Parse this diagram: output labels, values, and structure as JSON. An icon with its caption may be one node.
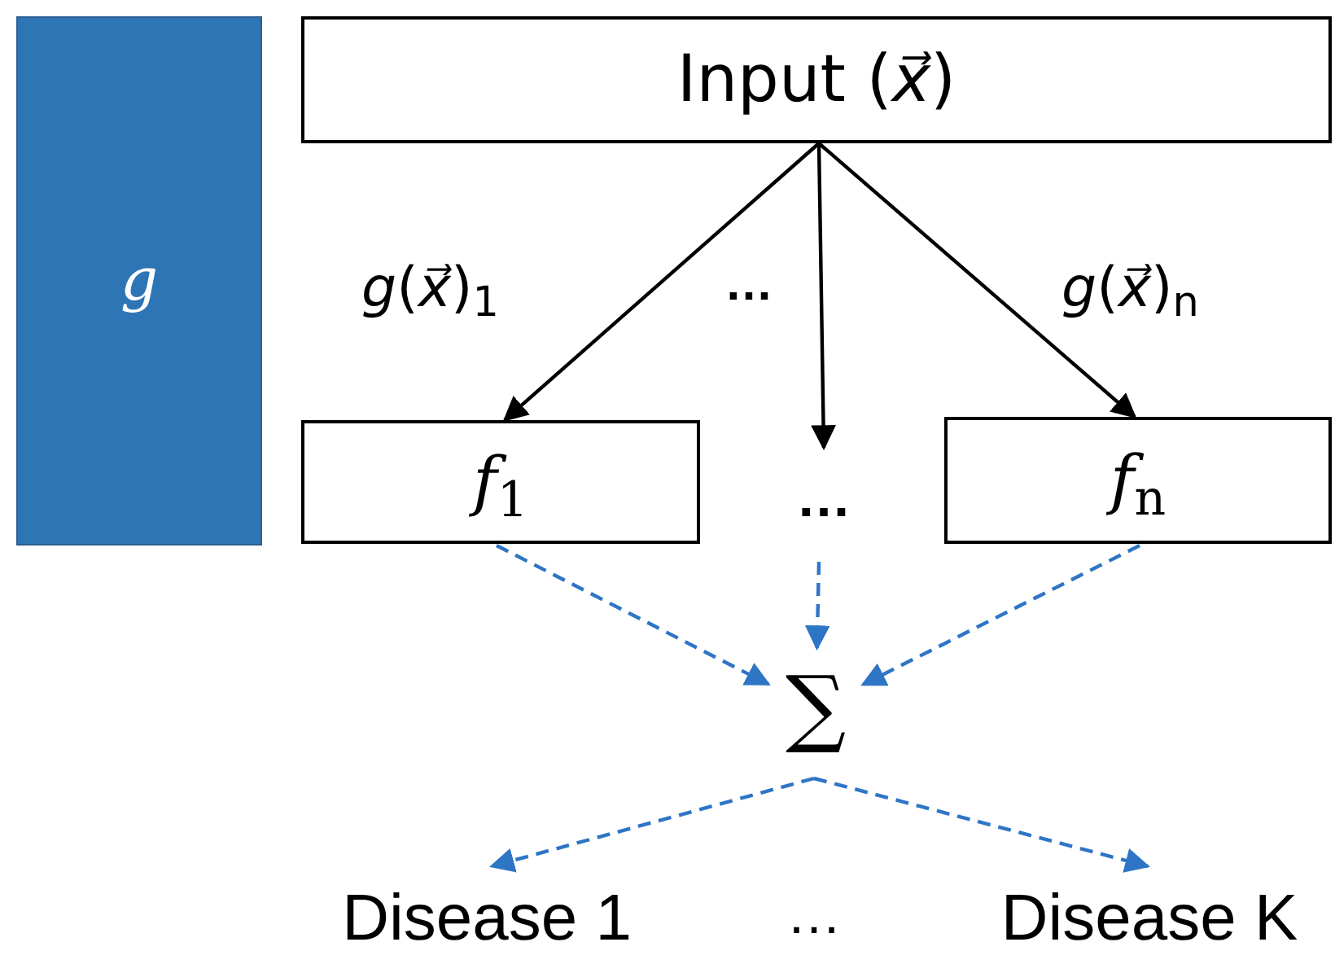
{
  "diagram": {
    "nodes": [
      {
        "text": [
          "*g*"
        ]
      },
      {
        "text": [
          "Input (*x⃗*)"
        ]
      },
      {
        "text": [
          "*f*$_{1}$"
        ]
      },
      {
        "text": [
          "…"
        ]
      },
      {
        "text": [
          "*f*$_{n}$"
        ]
      },
      {
        "text": [
          "∑"
        ]
      },
      {
        "text": [
          "Disease 1"
        ]
      },
      {
        "text": [
          "Disease K"
        ]
      }
    ],
    "edges": [
      {
        "from": 1,
        "to": 2,
        "arrow": "to",
        "label": "*g*(*x⃗*)$_{1}$",
        "color": "#000000"
      },
      {
        "from": 1,
        "to": 3,
        "arrow": "to",
        "color": "#000000"
      },
      {
        "from": 1,
        "to": 4,
        "arrow": "to",
        "label": "*g*(*x⃗*)$_{n}$",
        "color": "#000000"
      },
      {
        "from": 2,
        "to": 5,
        "arrow": "to",
        "style": "dashed"
      },
      {
        "from": 3,
        "to": 5,
        "arrow": "to",
        "style": "dashed"
      },
      {
        "from": 4,
        "to": 5,
        "arrow": "to",
        "style": "dashed"
      },
      {
        "from": 5,
        "to": 6,
        "arrow": "to",
        "style": "dashed"
      },
      {
        "from": 5,
        "to": 7,
        "arrow": "to",
        "style": "dashed"
      }
    ],
    "labels": [
      "…",
      "…"
    ]
  }
}
